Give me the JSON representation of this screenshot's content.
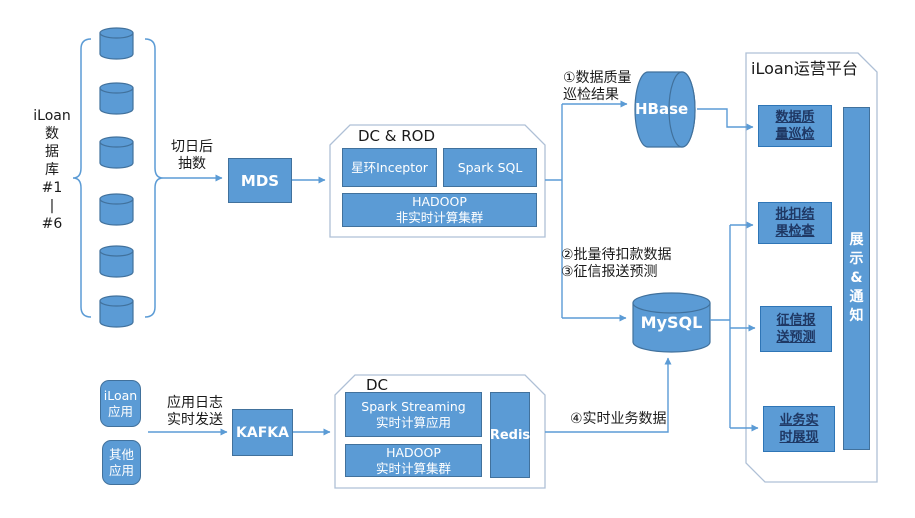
{
  "source_db": {
    "label": "iLoan\n数\n据\n库\n#1\n|\n#6"
  },
  "flows": {
    "extract": "切日后\n抽数",
    "app_log": "应用日志\n实时发送",
    "f1": "①数据质量\n巡检结果",
    "f23": "②批量待扣款数据\n③征信报送预测",
    "f4": "④实时业务数据"
  },
  "nodes": {
    "mds": "MDS",
    "kafka": "KAFKA",
    "hbase": "HBase",
    "mysql": "MySQL",
    "redis": "Redis",
    "iloan_app": "iLoan\n应用",
    "other_app": "其他\n应用"
  },
  "dc_rod": {
    "title": "DC & ROD",
    "inceptor": "星环Inceptor",
    "spark_sql": "Spark SQL",
    "hadoop": "HADOOP\n非实时计算集群"
  },
  "dc": {
    "title": "DC",
    "spark_streaming": "Spark Streaming\n实时计算应用",
    "hadoop": "HADOOP\n实时计算集群"
  },
  "platform": {
    "title": "iLoan运营平台",
    "items": [
      {
        "label": "数据质\n量巡检"
      },
      {
        "label": "批扣结\n果检查"
      },
      {
        "label": "征信报\n送预测"
      },
      {
        "label": "业务实\n时展现"
      }
    ],
    "display": "展\n示\n&\n通\n知"
  },
  "colors": {
    "box_fill": "#5B9BD5",
    "box_border": "#41719C",
    "navy_text": "#1F3864",
    "connector": "#5B9BD5",
    "container_border": "#AFC0D6"
  }
}
